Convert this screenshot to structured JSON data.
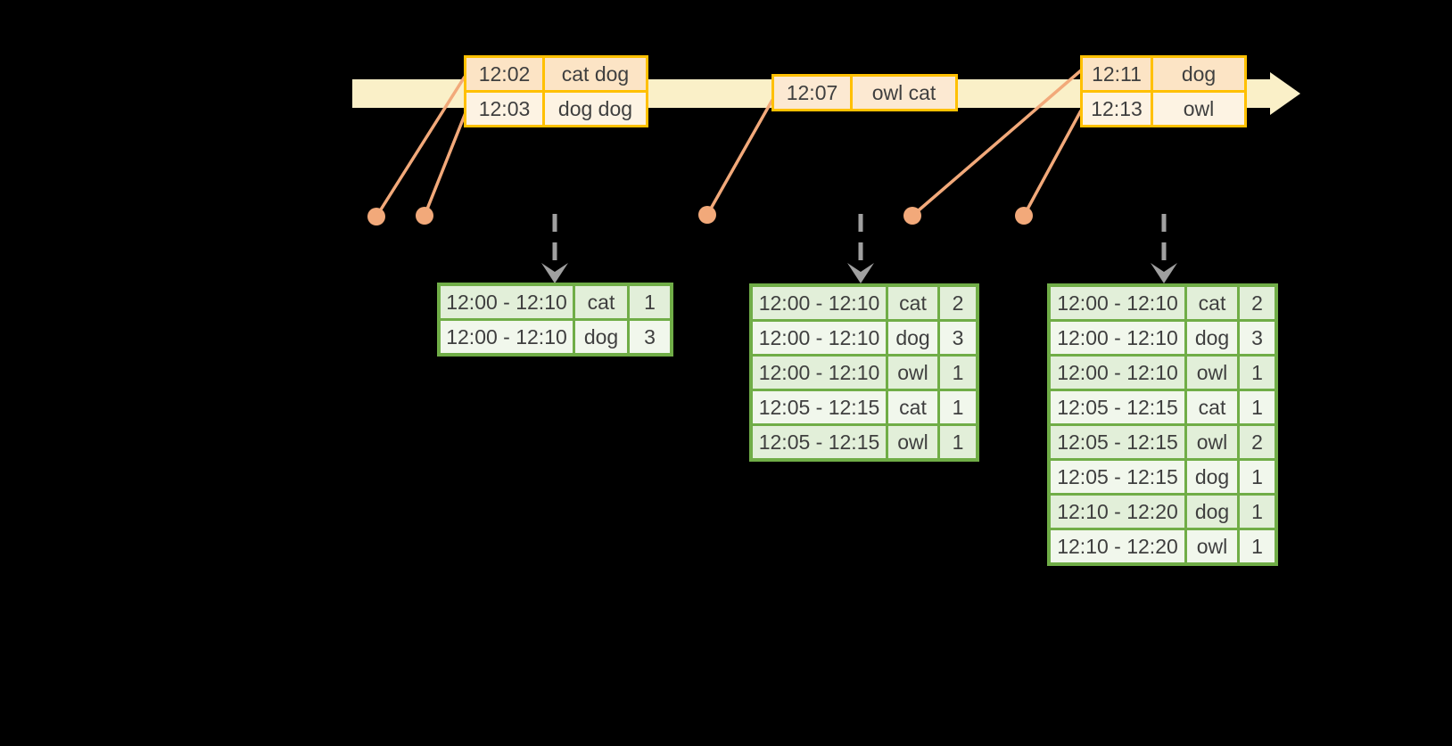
{
  "colors": {
    "background": "#000000",
    "timeline_fill": "#FAF0C8",
    "event_border": "#FFC000",
    "event_row_dark": "#FCE4C5",
    "event_row_light": "#FDF3E3",
    "event_row_mid": "#FCE9D2",
    "connector": "#F2A97A",
    "arrow_gray": "#A0A0A0",
    "table_border": "#70AD47",
    "table_row_dark": "#E2EFD9",
    "table_row_light": "#F1F7EC",
    "text_color": "#3F3F3F"
  },
  "timeline": {
    "groups": [
      {
        "rows": [
          {
            "time": "12:02",
            "words": "cat dog"
          },
          {
            "time": "12:03",
            "words": "dog dog"
          }
        ]
      },
      {
        "rows": [
          {
            "time": "12:07",
            "words": "owl cat"
          }
        ]
      },
      {
        "rows": [
          {
            "time": "12:11",
            "words": "dog"
          },
          {
            "time": "12:13",
            "words": "owl"
          }
        ]
      }
    ]
  },
  "result_tables": [
    {
      "rows": [
        [
          "12:00 - 12:10",
          "cat",
          "1"
        ],
        [
          "12:00 - 12:10",
          "dog",
          "3"
        ]
      ]
    },
    {
      "rows": [
        [
          "12:00 - 12:10",
          "cat",
          "2"
        ],
        [
          "12:00 - 12:10",
          "dog",
          "3"
        ],
        [
          "12:00 - 12:10",
          "owl",
          "1"
        ],
        [
          "12:05 - 12:15",
          "cat",
          "1"
        ],
        [
          "12:05 - 12:15",
          "owl",
          "1"
        ]
      ]
    },
    {
      "rows": [
        [
          "12:00 - 12:10",
          "cat",
          "2"
        ],
        [
          "12:00 - 12:10",
          "dog",
          "3"
        ],
        [
          "12:00 - 12:10",
          "owl",
          "1"
        ],
        [
          "12:05 - 12:15",
          "cat",
          "1"
        ],
        [
          "12:05 - 12:15",
          "owl",
          "2"
        ],
        [
          "12:05 - 12:15",
          "dog",
          "1"
        ],
        [
          "12:10 - 12:20",
          "dog",
          "1"
        ],
        [
          "12:10 - 12:20",
          "owl",
          "1"
        ]
      ]
    }
  ]
}
